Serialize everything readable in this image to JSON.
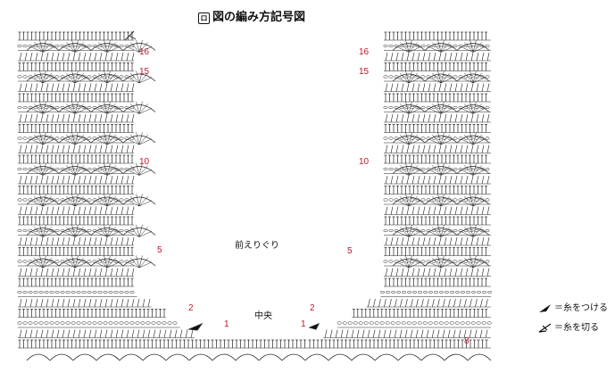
{
  "diagram": {
    "title": "図の編み方記号図",
    "title_mark": "ロ",
    "center_label": "前えりぐり",
    "middle_label": "中央",
    "row_labels_left": [
      "16",
      "15",
      "10",
      "5",
      "2",
      "1"
    ],
    "row_labels_right": [
      "16",
      "15",
      "10",
      "5",
      "2",
      "1",
      "8"
    ],
    "legend": [
      {
        "icon": "attach-yarn-icon",
        "text": "＝糸をつける"
      },
      {
        "icon": "cut-yarn-icon",
        "text": "＝糸を切る"
      }
    ],
    "colors": {
      "ink": "#222222",
      "row_number": "#c0182a"
    }
  }
}
